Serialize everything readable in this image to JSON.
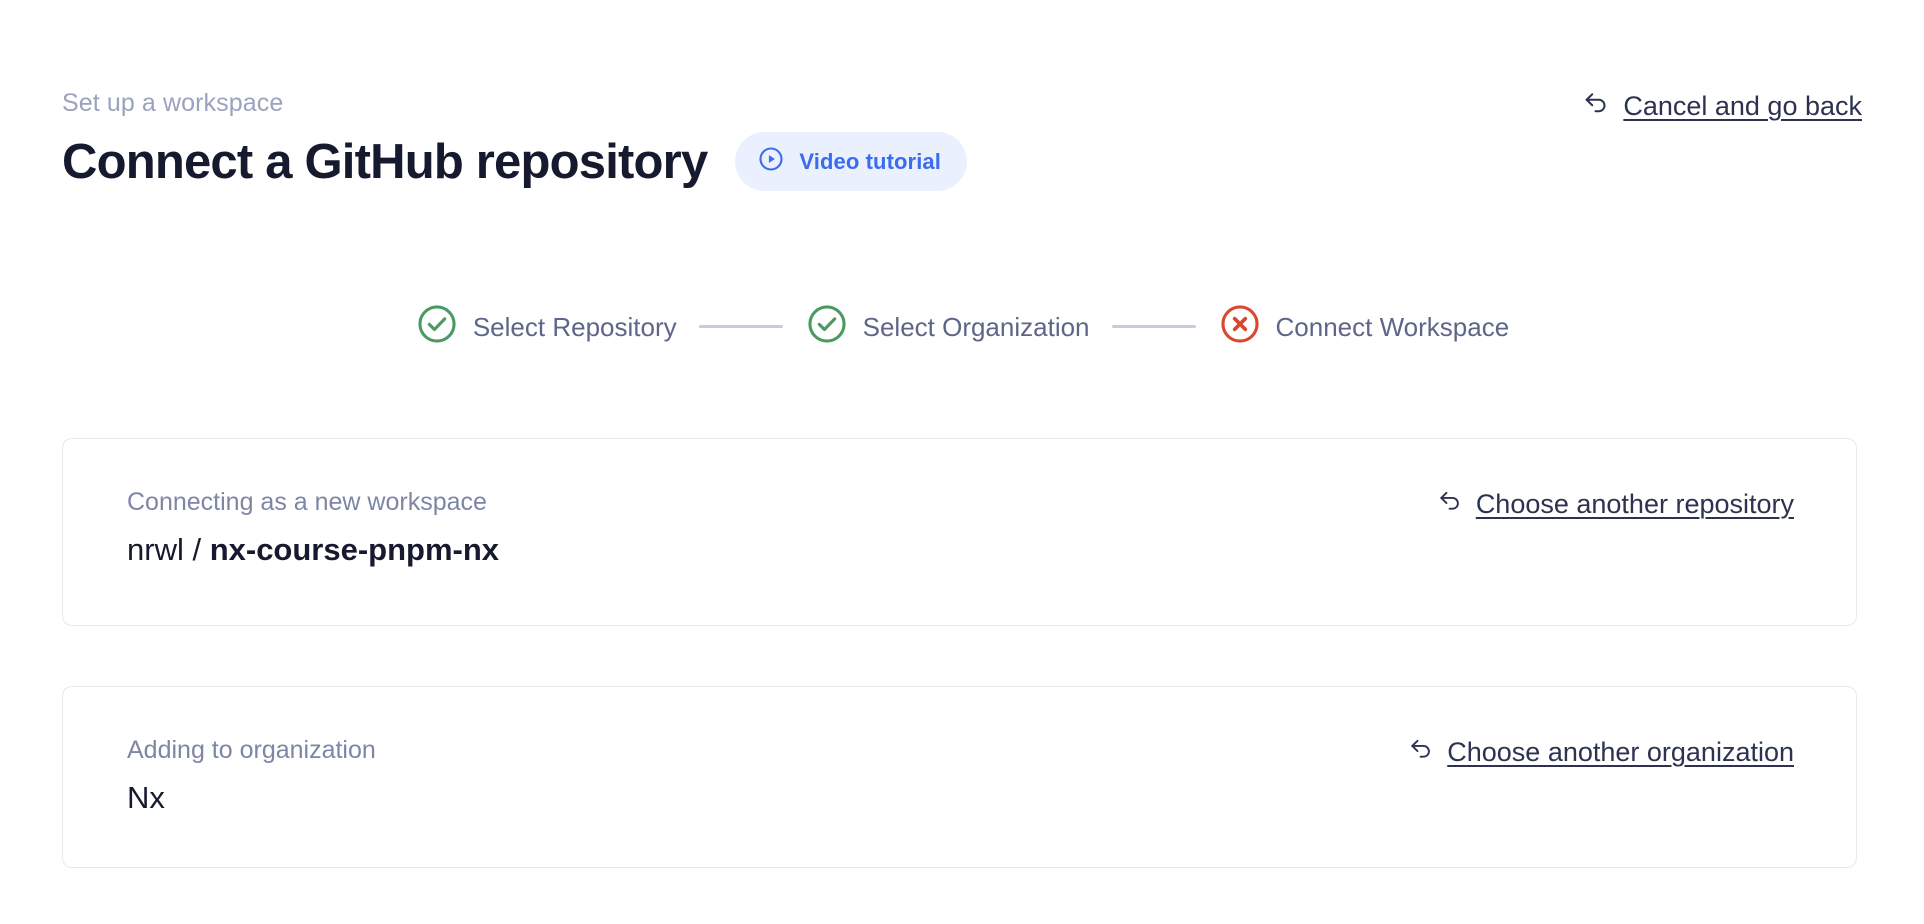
{
  "header": {
    "eyebrow": "Set up a workspace",
    "title": "Connect a GitHub repository",
    "video_badge": {
      "label": "Video tutorial",
      "icon": "play-circle-icon",
      "bg_color": "#eaf0fe",
      "text_color": "#3b6bf0"
    },
    "cancel": {
      "label": "Cancel and go back",
      "icon": "back-arrow-icon"
    }
  },
  "stepper": {
    "steps": [
      {
        "label": "Select Repository",
        "state": "complete",
        "icon": "check-circle-icon",
        "color": "#4a9a62"
      },
      {
        "label": "Select Organization",
        "state": "complete",
        "icon": "check-circle-icon",
        "color": "#4a9a62"
      },
      {
        "label": "Connect Workspace",
        "state": "error",
        "icon": "x-circle-icon",
        "color": "#d9472f"
      }
    ],
    "connector_color": "#c7ccdb",
    "label_color": "#5d6688"
  },
  "cards": [
    {
      "caption": "Connecting as a new workspace",
      "owner": "nrwl / ",
      "repo": "nx-course-pnpm-nx",
      "action": {
        "label": "Choose another repository",
        "icon": "back-arrow-icon"
      }
    },
    {
      "caption": "Adding to organization",
      "value": "Nx",
      "action": {
        "label": "Choose another organization",
        "icon": "back-arrow-icon"
      }
    }
  ],
  "theme": {
    "background": "#ffffff",
    "card_border": "#e7e8f0",
    "title_color": "#161a2e",
    "muted_color": "#9aa3bd",
    "link_color": "#2c3350"
  }
}
